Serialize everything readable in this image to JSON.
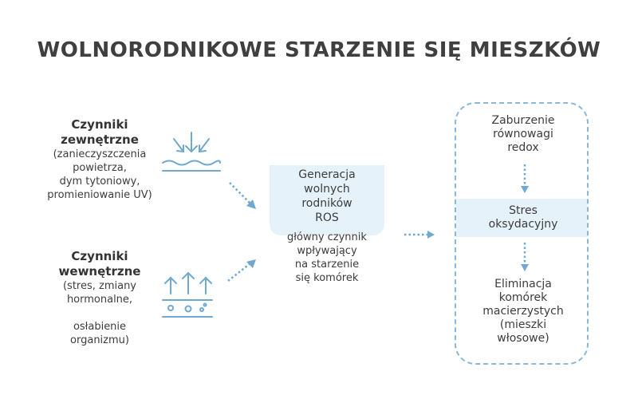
{
  "title": "WOLNORODNIKOWE STARZENIE SIĘ MIESZKÓW",
  "external": {
    "heading": "Czynniki\nzewnętrzne",
    "details": "(zanieczyszczenia\npowietrza,\ndym tytoniowy,\npromieniowanie UV)",
    "icon": "arrows-down-waves-icon"
  },
  "internal": {
    "heading": "Czynniki\nwewnętrzne",
    "details": "(stres, zmiany\nhormonalne,\n\nosłabienie\norganizmu)",
    "icon": "arrows-up-bubbles-icon"
  },
  "center": {
    "title": "Generacja\nwolnych\nrodników\nROS",
    "description": "główny czynnik\nwpływający\nna starzenie\nsię komórek"
  },
  "steps": [
    {
      "label": "Zaburzenie\nrównowagi\nredox"
    },
    {
      "label": "Stres\noksydacyjny"
    },
    {
      "label": "Eliminacja\nkomórek\nmacierzystych\n(mieszki\nwłosowe)"
    }
  ],
  "colors": {
    "accent": "#6fa8d0",
    "highlight": "#e6f2fa",
    "text": "#3c3c3c"
  }
}
